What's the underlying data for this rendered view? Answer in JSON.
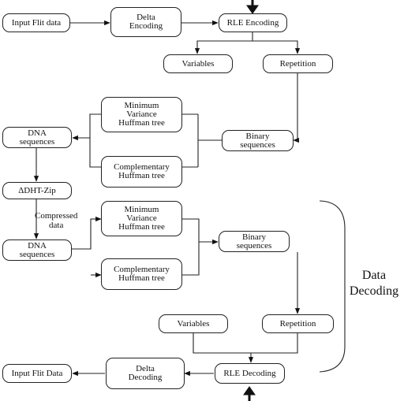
{
  "nodes": {
    "input_flit_data_top": "Input Flit data",
    "delta_encoding": "Delta\nEncoding",
    "rle_encoding": "RLE Encoding",
    "variables_top": "Variables",
    "repetition_top": "Repetition",
    "minimum_variance_top": "Minimum\nVariance\nHuffman tree",
    "binary_sequences_top": "Binary\nsequences",
    "dna_sequences_top": "DNA\nsequences",
    "complementary_top": "Complementary\nHuffman tree",
    "dht_zip": "ΔDHT-Zip",
    "minimum_variance_bottom": "Minimum\nVariance\nHuffman tree",
    "binary_sequences_bottom": "Binary\nsequences",
    "dna_sequences_bottom": "DNA\nsequences",
    "complementary_bottom": "Complementary\nHuffman tree",
    "variables_bottom": "Variables",
    "repetition_bottom": "Repetition",
    "input_flit_data_bottom": "Input Flit Data",
    "delta_decoding": "Delta\nDecoding",
    "rle_decoding": "RLE Decoding"
  },
  "labels": {
    "compressed_data": "Compressed\ndata",
    "data_decoding": "Data\nDecoding"
  }
}
